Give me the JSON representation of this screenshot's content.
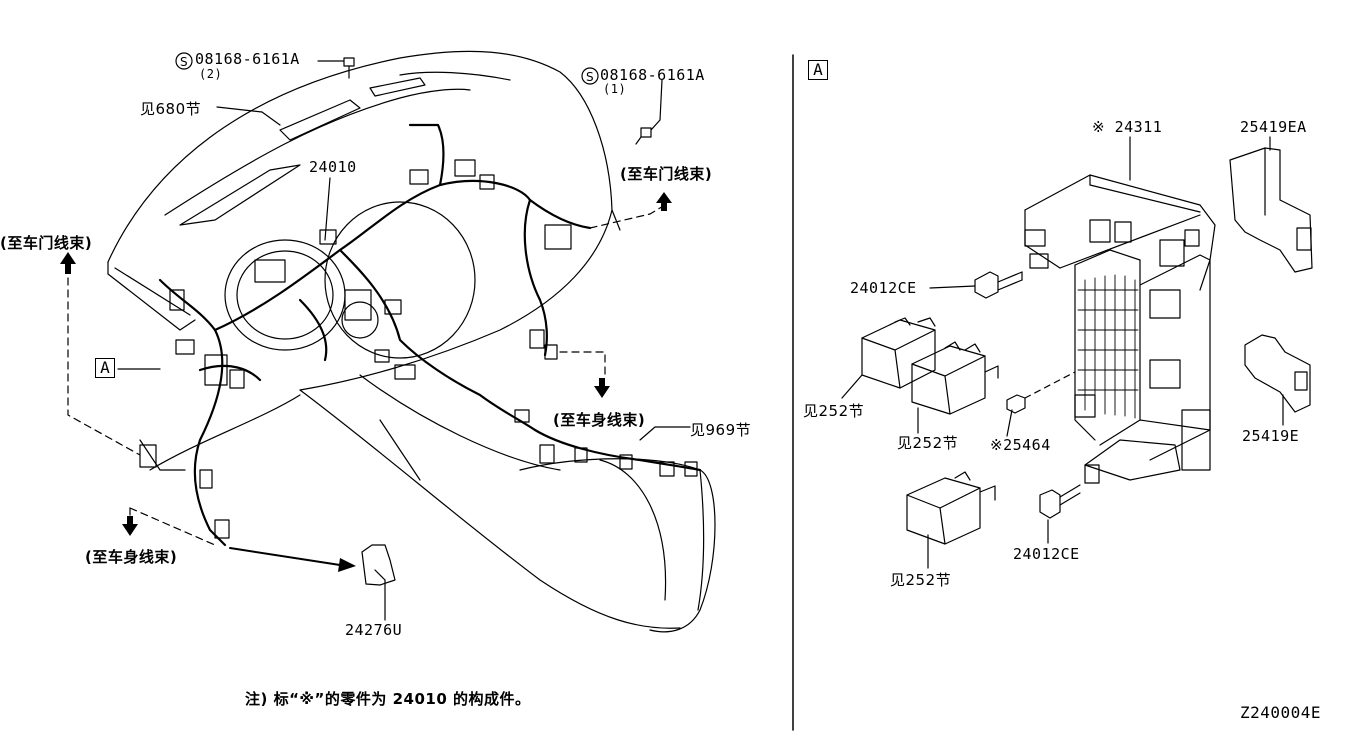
{
  "labels": {
    "screw_left_code": "08168-6161A",
    "screw_left_qty": "(2)",
    "screw_right_code": "08168-6161A",
    "screw_right_qty": "(1)",
    "see_680": "见680节",
    "harness_main": "24010",
    "to_door_right": "(至车门线束)",
    "to_door_left": "(至车门线束)",
    "callout_a": "A",
    "to_body_right": "(至车身线束)",
    "see_969": "见969节",
    "to_body_left": "(至车身线束)",
    "part_24276u": "24276U",
    "footnote": "注) 标“※”的零件为 24010 的构成件。",
    "detail_a": "A",
    "fuse_block": "※ 24311",
    "bracket_ea": "25419EA",
    "bracket_e": "25419E",
    "bolt_upper": "24012CE",
    "bolt_lower": "24012CE",
    "relay_see_1": "见252节",
    "relay_see_2": "见252节",
    "relay_see_3": "见252节",
    "fuse_part": "※25464",
    "diagram_code": "Z240004E"
  }
}
